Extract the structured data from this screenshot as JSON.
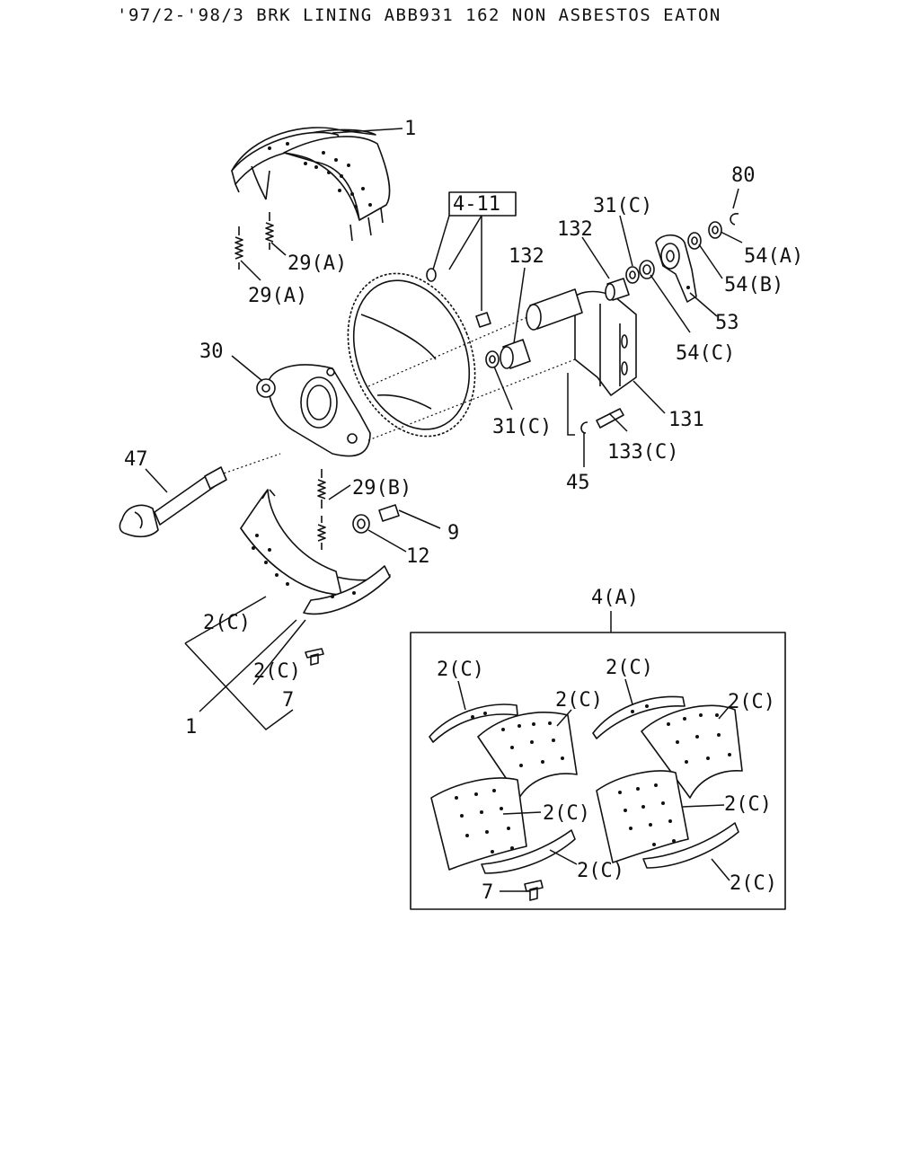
{
  "title": "'97/2-'98/3 BRK LINING ABB931 162 NON ASBESTOS EATON",
  "labels": {
    "l_1_top": "1",
    "l_4_11": "4-11",
    "l_80": "80",
    "l_31c_top": "31(C)",
    "l_132_a": "132",
    "l_132_b": "132",
    "l_54a": "54(A)",
    "l_29a_1": "29(A)",
    "l_29a_2": "29(A)",
    "l_54b": "54(B)",
    "l_53": "53",
    "l_30": "30",
    "l_54c": "54(C)",
    "l_31c_mid": "31(C)",
    "l_131": "131",
    "l_133c": "133(C)",
    "l_47": "47",
    "l_45": "45",
    "l_29b": "29(B)",
    "l_9": "9",
    "l_12": "12",
    "l_4a": "4(A)",
    "l_2c_left": "2(C)",
    "l_2c_left2": "2(C)",
    "l_7_left": "7",
    "l_1_bottom": "1",
    "l_box_2c_1": "2(C)",
    "l_box_2c_2": "2(C)",
    "l_box_2c_3": "2(C)",
    "l_box_2c_4": "2(C)",
    "l_box_2c_5": "2(C)",
    "l_box_2c_6": "2(C)",
    "l_box_2c_7": "2(C)",
    "l_box_2c_8": "2(C)",
    "l_7_box": "7"
  }
}
